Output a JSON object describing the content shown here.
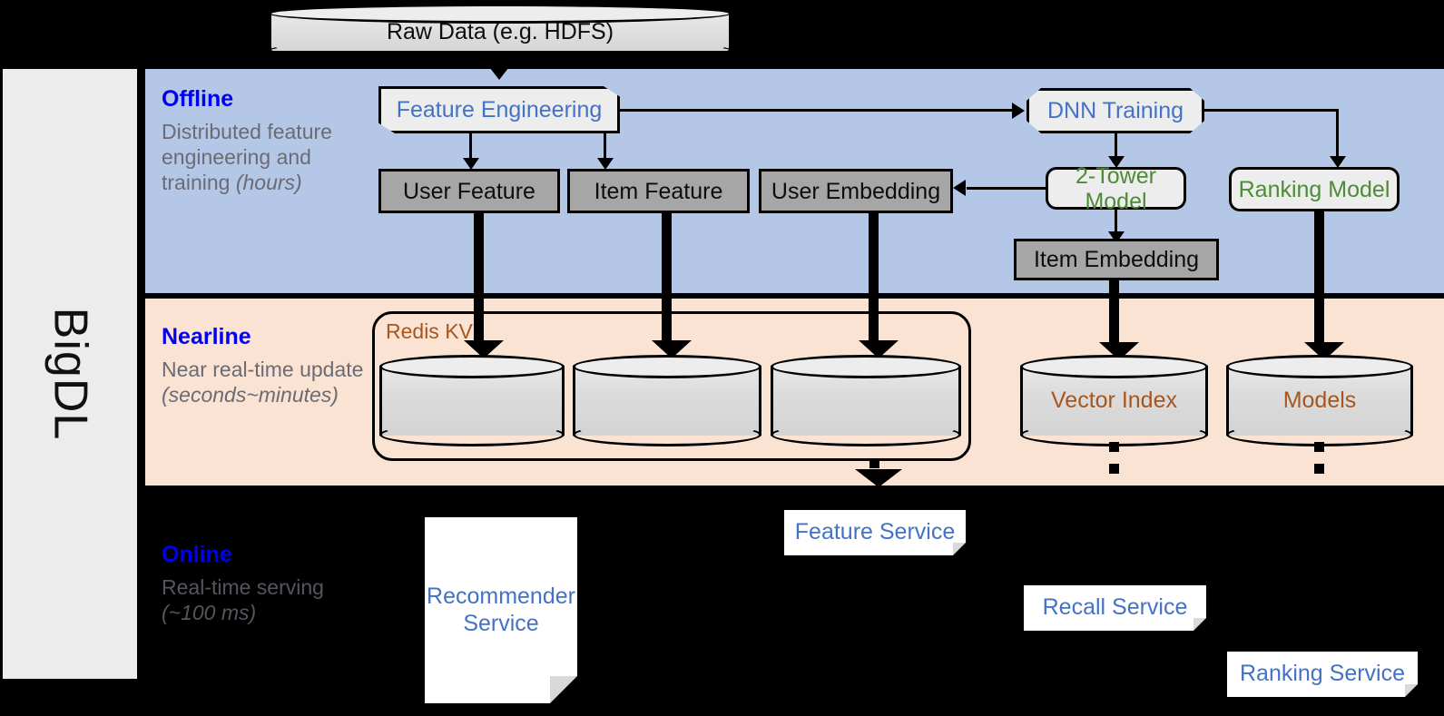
{
  "framework": {
    "name": "BigDL"
  },
  "source": {
    "label": "Raw Data (e.g. HDFS)"
  },
  "stages": [
    {
      "id": "offline",
      "title": "Offline",
      "desc_main": "Distributed feature engineering and training ",
      "desc_em": "(hours)",
      "band_color": "#b4c7e7"
    },
    {
      "id": "nearline",
      "title": "Nearline",
      "desc_main": "Near real-time update ",
      "desc_em": "(seconds~minutes)",
      "band_color": "#fae3d3"
    },
    {
      "id": "online",
      "title": "Online",
      "desc_main": "Real-time serving ",
      "desc_em": "(~100 ms)",
      "band_color": "#000000"
    }
  ],
  "offline_nodes": {
    "feature_engineering": "Feature Engineering",
    "dnn_training": "DNN Training",
    "user_feature": "User Feature",
    "item_feature": "Item Feature",
    "user_embedding": "User Embedding",
    "two_tower_model": "2-Tower Model",
    "ranking_model": "Ranking Model",
    "item_embedding": "Item Embedding"
  },
  "nearline_nodes": {
    "redis_kv": "Redis KV",
    "store_1": "",
    "store_2": "",
    "store_3": "",
    "vector_index": "Vector Index",
    "models": "Models"
  },
  "online_nodes": {
    "recommender_service": "Recommender Service",
    "feature_service": "Feature Service",
    "recall_service": "Recall Service",
    "ranking_service": "Ranking Service"
  },
  "colors": {
    "stage_title": "#0000ee",
    "stage_desc": "#6b6b74",
    "blue_text": "#4472c4",
    "green_text": "#4e8b36",
    "brown_text": "#a6561f",
    "grey_box": "#a6a6a6",
    "offline_band": "#b4c7e7",
    "nearline_band": "#fae3d3",
    "online_band": "#000000",
    "panel": "#ececec"
  }
}
